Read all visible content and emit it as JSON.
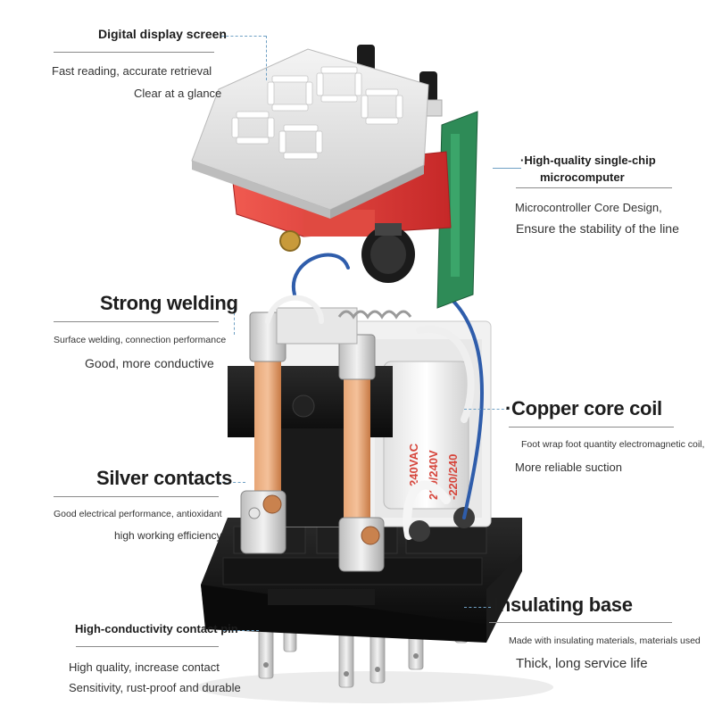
{
  "callouts": {
    "display": {
      "title": "Digital display screen",
      "line1": "Fast reading, accurate retrieval",
      "line2": "Clear at a glance"
    },
    "mcu": {
      "title1": "·High-quality single-chip",
      "title2": "microcomputer",
      "line1": "Microcontroller Core Design,",
      "line2": "Ensure the stability of the line"
    },
    "welding": {
      "title": "Strong welding",
      "line1": "Surface welding, connection performance",
      "line2": "Good, more conductive"
    },
    "coil": {
      "title": "·Copper core coil",
      "line1": "Foot wrap foot quantity electromagnetic coil,",
      "line2": "More reliable suction"
    },
    "silver": {
      "title": "Silver contacts",
      "line1": "Good electrical performance, antioxidant",
      "line2": "high working efficiency"
    },
    "base": {
      "title": "·Insulating base",
      "line1": "Made with insulating materials, materials used",
      "line2": "Thick, long service life"
    },
    "pin": {
      "title": "High-conductivity contact pin",
      "line1": "High quality, increase contact",
      "line2": "Sensitivity, rust-proof and durable"
    }
  },
  "product": {
    "display_digits_top": "888",
    "display_digits_bottom": "88",
    "coil_print": "240VAC 220/240V"
  },
  "colors": {
    "display_body": "#e9e9e9",
    "display_segment": "#ffffff",
    "red_board": "#e53935",
    "green_pcb": "#2e8b57",
    "copper": "#d9925e",
    "black_plastic": "#151515",
    "coil_label": "#d6453b",
    "callout_line": "#6fa0c4"
  }
}
